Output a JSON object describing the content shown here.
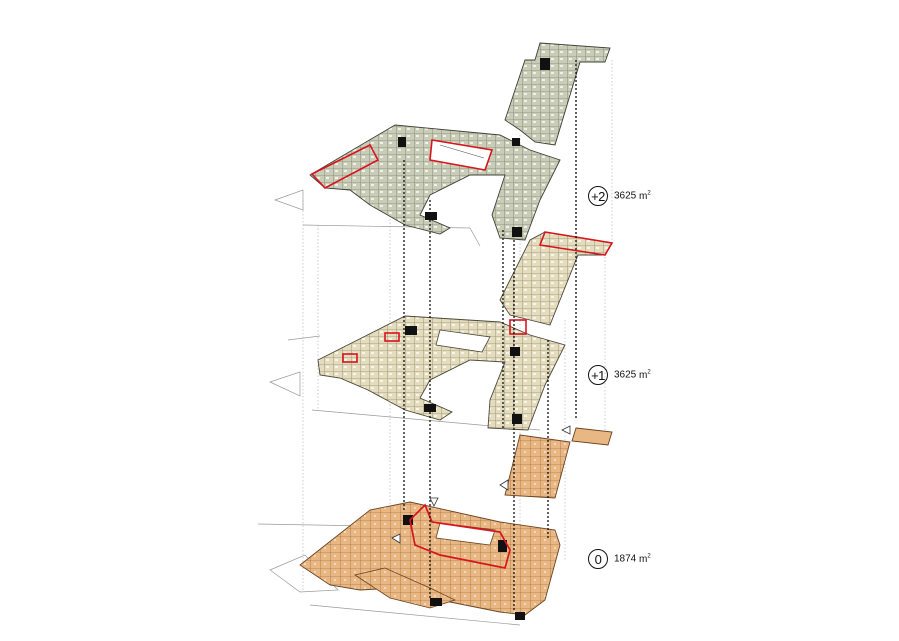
{
  "levels": [
    {
      "id": "level-plus-2",
      "badge": "+2",
      "area": "3625",
      "unit": "m",
      "unit_sup": "2"
    },
    {
      "id": "level-plus-1",
      "badge": "+1",
      "area": "3625",
      "unit": "m",
      "unit_sup": "2"
    },
    {
      "id": "level-0",
      "badge": "0",
      "area": "1874",
      "unit": "m",
      "unit_sup": "2"
    }
  ],
  "colors": {
    "upper_floor_fill": "#c9cdb7",
    "upper_floor_dark": "#8d9282",
    "first_floor_fill": "#e4dcbc",
    "ground_floor_fill": "#e9b783",
    "ground_floor_dark": "#b57d47",
    "highlight": "#d8141c",
    "core": "#111111",
    "guide_line": "#b8b8b8"
  }
}
